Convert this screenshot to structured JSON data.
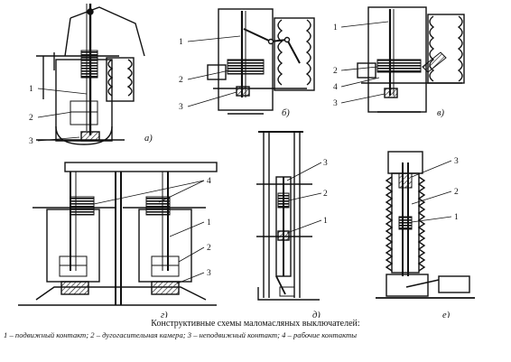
{
  "caption": "Конструктивные схемы маломасляных выключателей:",
  "legend": "1 – подвижный контакт; 2 – дугогасительная камера; 3 – неподвижный контакт; 4 – рабочие контакты",
  "subfigures": {
    "a": {
      "label": "а)",
      "callouts": [
        "1",
        "2",
        "3"
      ]
    },
    "b": {
      "label": "б)",
      "callouts": [
        "1",
        "2",
        "3"
      ]
    },
    "v": {
      "label": "в)",
      "callouts": [
        "1",
        "2",
        "4",
        "3"
      ]
    },
    "g": {
      "label": "г)",
      "callouts": [
        "4",
        "1",
        "2",
        "3"
      ]
    },
    "d": {
      "label": "д)",
      "callouts": [
        "3",
        "2",
        "1"
      ]
    },
    "e": {
      "label": "е)",
      "callouts": [
        "3",
        "2",
        "1"
      ]
    }
  }
}
